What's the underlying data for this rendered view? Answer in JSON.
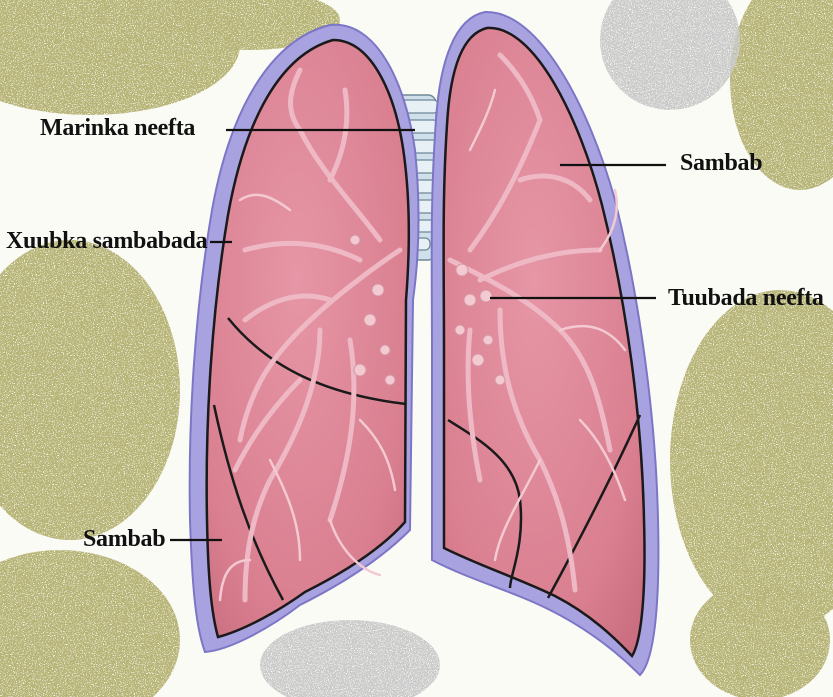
{
  "diagram": {
    "labels": {
      "trachea": "Marinka neefta",
      "pleura": "Xuubka sambabada",
      "lung_right": "Sambab",
      "bronchi": "Tuubada neefta",
      "lung_left": "Sambab"
    },
    "colors": {
      "lung_fill": "#d97f90",
      "lung_vessels": "#eeb9c4",
      "pleura_border": "#a9a2e0",
      "trachea_fill": "#cfe0ea",
      "outline": "#1a1a1a",
      "speckle_olive": "#7a7630",
      "speckle_gray": "#9a9a9a"
    }
  }
}
